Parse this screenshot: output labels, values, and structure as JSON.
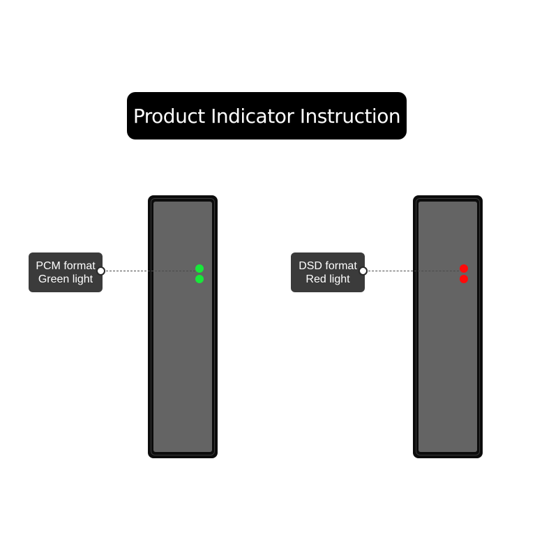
{
  "title": "Product Indicator Instruction",
  "indicators": [
    {
      "line1": "PCM format",
      "line2": "Green light",
      "led_color": "#18e83a"
    },
    {
      "line1": "DSD format",
      "line2": "Red light",
      "led_color": "#ff0a0a"
    }
  ],
  "colors": {
    "title_background": "#000000",
    "device_body": "#0c0c0c",
    "device_screen": "#646464",
    "callout_background": "#3b3b3b"
  }
}
